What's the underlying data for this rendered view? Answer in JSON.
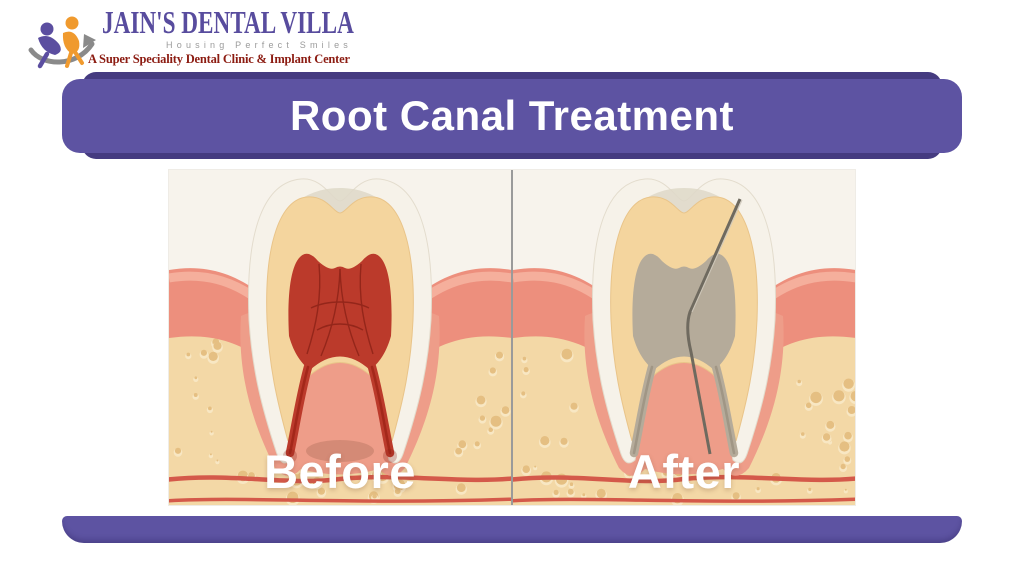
{
  "logo": {
    "title": "JAIN'S DENTAL VILLA",
    "tagline": "Housing Perfect Smiles",
    "subtitle": "A Super Speciality Dental Clinic & Implant Center",
    "icon": "two-figures-swoosh-logo-icon",
    "colors": {
      "title": "#584c9e",
      "tagline": "#9b9b9b",
      "subtitle": "#8c1c12",
      "figure_left": "#5b4ea0",
      "figure_right": "#f09a2e",
      "swoosh": "#8a8a8a"
    }
  },
  "banner": {
    "title": "Root Canal Treatment",
    "bg": "#5d53a2",
    "bg_dark": "#453b80",
    "text_color": "#ffffff"
  },
  "figure": {
    "panels": [
      {
        "id": "before",
        "label": "Before",
        "pulp_state": "infected"
      },
      {
        "id": "after",
        "label": "After",
        "pulp_state": "filled"
      }
    ],
    "colors": {
      "panel_bg": "#f7f3ec",
      "bone": "#f3d8a6",
      "bone_dot": "#e5bf82",
      "bone_dot_rim": "#f8e7c3",
      "gum": "#ed8f7d",
      "gum_highlight": "#f5b2a0",
      "root_lining": "#ee9d89",
      "enamel": "#f6f2e9",
      "enamel_edge": "#e3dccd",
      "enamel_shade": "#ded8c8",
      "dentin": "#f4d59e",
      "dentin_edge": "#e9c489",
      "pulp_infected": "#bb3a2b",
      "pulp_vein": "#8e2318",
      "canal_core": "#9e2417",
      "pulp_filled": "#b5ab9a",
      "canal_core_filled": "#9b9181",
      "file_dark": "#6f6a5f",
      "file_light": "#cfc9bb",
      "vessel": "#d4594a",
      "divider": "#9a9a9a",
      "apex_glow": "#8e2318",
      "furcation_shadow": "#7c4a33"
    }
  },
  "footer": {
    "bg": "#5d53a2"
  }
}
